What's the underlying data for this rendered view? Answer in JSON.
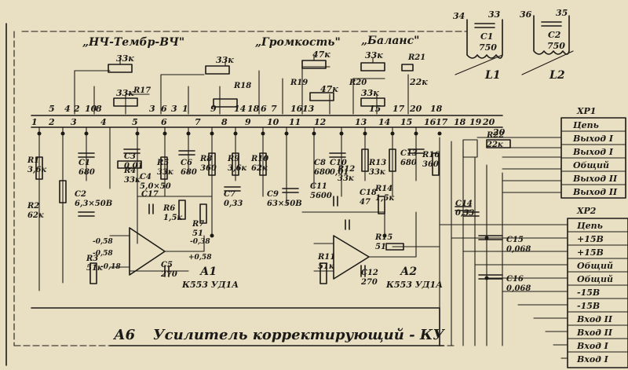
{
  "headings": {
    "bass_treble": "„НЧ-Тембр-ВЧ\"",
    "volume": "„Громкость\"",
    "balance": "„Баланс\"",
    "block_id": "А6",
    "block_title": "Усилитель корректирующий - КУ"
  },
  "connector_xp1": {
    "name": "ХР1",
    "pins": [
      {
        "num": "20",
        "label": "Цепь"
      },
      {
        "num": "",
        "label": "Выход I"
      },
      {
        "num": "",
        "label": "Выход I"
      },
      {
        "num": "",
        "label": "Общий"
      },
      {
        "num": "",
        "label": "Выход II"
      },
      {
        "num": "",
        "label": "Выход II"
      }
    ]
  },
  "connector_xp2": {
    "name": "ХР2",
    "pins": [
      "Цепь",
      "+15В",
      "+15В",
      "Общий",
      "Общий",
      "-15В",
      "-15В",
      "Вход II",
      "Вход II",
      "Вход I",
      "Вход I"
    ]
  },
  "top_right": {
    "pin34": "34",
    "pin36": "36",
    "pin33": "33",
    "pin35": "35",
    "c1": "С1",
    "c1v": "750",
    "c2": "С2",
    "c2v": "750",
    "l1": "L1",
    "l2": "L2"
  },
  "components": [
    {
      "t": "R1",
      "v": "3,6к"
    },
    {
      "t": "R2",
      "v": "62к"
    },
    {
      "t": "C1",
      "v": "680"
    },
    {
      "t": "C2",
      "v": "6,3×50В"
    },
    {
      "t": "C3",
      "v": "0,01"
    },
    {
      "t": "R4",
      "v": "33к"
    },
    {
      "t": "R5",
      "v": "33к"
    },
    {
      "t": "C4",
      "v": "5,0×50"
    },
    {
      "t": "C17",
      "v": ""
    },
    {
      "t": "C6",
      "v": "680"
    },
    {
      "t": "R6",
      "v": "1,5к"
    },
    {
      "t": "R7",
      "v": "51"
    },
    {
      "t": "R8",
      "v": "360"
    },
    {
      "t": "R9",
      "v": "3,6к"
    },
    {
      "t": "R10",
      "v": "62к"
    },
    {
      "t": "C7",
      "v": "0,33"
    },
    {
      "t": "C9",
      "v": "63×50В"
    },
    {
      "t": "C8",
      "v": "680"
    },
    {
      "t": "C10",
      "v": "0,01"
    },
    {
      "t": "R12",
      "v": "33к"
    },
    {
      "t": "R13",
      "v": "33к"
    },
    {
      "t": "C13",
      "v": "680"
    },
    {
      "t": "R16",
      "v": "360"
    },
    {
      "t": "R22",
      "v": "22к"
    },
    {
      "t": "C11",
      "v": "5600"
    },
    {
      "t": "C18",
      "v": "47"
    },
    {
      "t": "R14",
      "v": "1,5к"
    },
    {
      "t": "R15",
      "v": "51"
    },
    {
      "t": "C12",
      "v": "270"
    },
    {
      "t": "R11",
      "v": "51к"
    },
    {
      "t": "C14",
      "v": "0,33"
    },
    {
      "t": "C15",
      "v": "0,068"
    },
    {
      "t": "C16",
      "v": "0,068"
    },
    {
      "t": "R3",
      "v": "51к"
    },
    {
      "t": "C5",
      "v": "270"
    },
    {
      "t": "R17",
      "v": ""
    },
    {
      "t": "R18",
      "v": ""
    },
    {
      "t": "R19",
      "v": ""
    },
    {
      "t": "R20",
      "v": ""
    },
    {
      "t": "R21",
      "v": ""
    }
  ],
  "pots": {
    "p1": "33к",
    "p2": "33к",
    "p3": "33к",
    "p4": "47к",
    "p5": "47к",
    "p6": "33к",
    "p7": "33к",
    "p8": "22к"
  },
  "ics": {
    "a1": "А1",
    "a1_type": "К553 УД1А",
    "a2": "А2",
    "a2_type": "К553 УД1А",
    "a1_v1": "-0,58",
    "a1_v2": "-0,58",
    "a1_v3": "-0,18",
    "a1_v4": "+0,58",
    "a1_v5": "-0,38"
  },
  "pins_top": [
    "5",
    "4",
    "2",
    "10",
    "8",
    "3",
    "6",
    "3",
    "1",
    "9",
    "14",
    "18",
    "6",
    "7",
    "16",
    "13",
    "15",
    "17",
    "20",
    "18"
  ],
  "pins_row": [
    "1",
    "2",
    "3",
    "4",
    "5",
    "6",
    "7",
    "8",
    "9",
    "10",
    "11",
    "12",
    "13",
    "14",
    "15",
    "16",
    "17",
    "18",
    "19",
    "20"
  ]
}
